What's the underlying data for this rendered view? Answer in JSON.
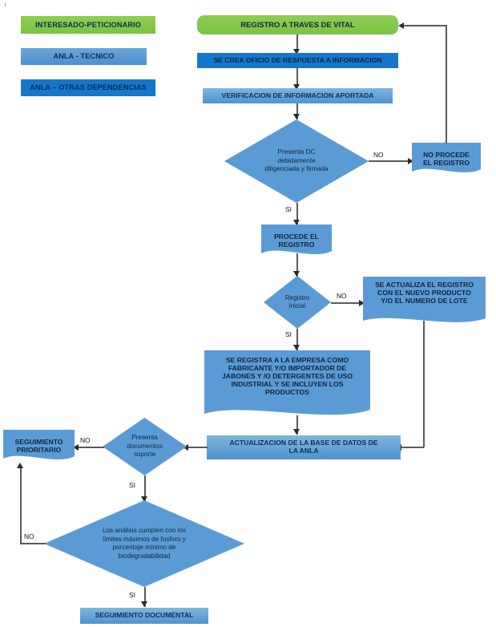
{
  "diagram": {
    "title": "Flujograma Registro ANLA",
    "colors": {
      "green": "#7cc242",
      "blue_mid": "#4d93ce",
      "blue_dark": "#1577cc",
      "blue_flat": "#5b9bd5",
      "connector": "#5a5a5a",
      "text": "#10243d"
    },
    "legend": [
      {
        "label": "INTERESADO-PETICIONARIO",
        "style": "green"
      },
      {
        "label": "ANLA - TECNICO",
        "style": "blue-mid"
      },
      {
        "label": "ANLA – OTRAS DEPENDENCIAS",
        "style": "blue-dark"
      }
    ],
    "nodes": {
      "registro_vital": "REGISTRO A TRAVES DE VITAL",
      "oficio_respuesta": "SE CREA OFICIO DE RESPUESTA A INFORMACION",
      "verificacion": "VERIFICACION DE INFORMACION APORTADA",
      "presenta_dc": "Presenta DC\ndebidamente\ndiligenciada y  firmada",
      "no_procede": "NO PROCEDE\nEL REGISTRO",
      "procede": "PROCEDE EL\nREGISTRO",
      "registro_inicial": "Registro\ninicial",
      "se_actualiza": "SE ACTUALIZA EL REGISTRO\nCON EL NUEVO PRODUCTO\nY/O EL NUMERO DE LOTE",
      "se_registra_empresa": "SE REGISTRA A LA EMPRESA COMO\nFABRICANTE Y/O IMPORTADOR DE\nJABONES Y /O DETERGENTES DE USO\nINDUSTRIAL Y SE INCLUYEN LOS\nPRODUCTOS",
      "actualizacion_bd": "ACTUALIZACION DE LA BASE DE DATOS DE\nLA ANLA",
      "presenta_documentos": "Presenta\ndocumentos\nsoporte",
      "seguimiento_prioritario": "SEGUIMIENTO\nPRIORITARIO",
      "analisis_cumplen": "Los análisis cumplen con los\nlímites máximos de fosforo y\nporcentaje mínimo de\nbiodegradabilidad",
      "seguimiento_documental": "SEGUIMIENTO DOCUMENTAL"
    },
    "edge_labels": {
      "dc_no": "NO",
      "dc_si": "SI",
      "inicial_no": "NO",
      "inicial_si": "SI",
      "docs_no": "NO",
      "docs_si": "SI",
      "analisis_no": "NO",
      "analisis_si": "SI"
    },
    "corner_mark": "l"
  }
}
